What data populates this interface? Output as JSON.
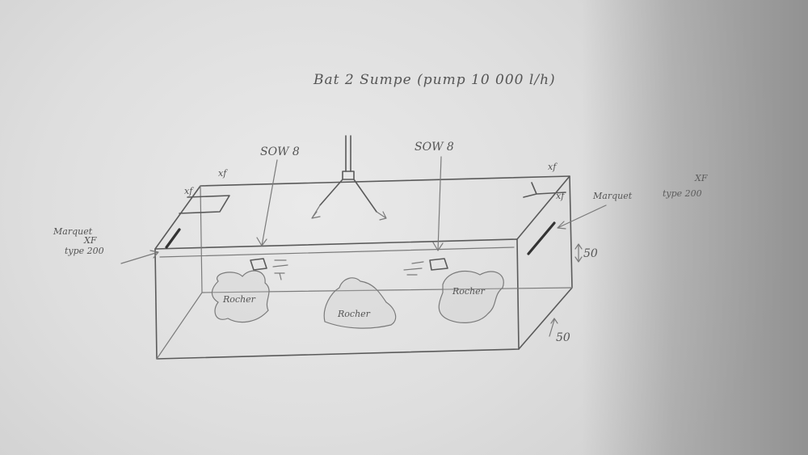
{
  "title": "Bat 2 Sumpe  (pump 10 000 l/h)",
  "pumps": {
    "left": "SOW 8",
    "right": "SOW 8"
  },
  "heaters": {
    "left": {
      "line1": "Marquet",
      "line2": "XF",
      "line3": "type 200"
    },
    "right": {
      "line1": "Marquet",
      "line2": "type 200",
      "line3": "XF"
    }
  },
  "corner_marks": {
    "left": "xf",
    "right": "xf"
  },
  "rocks": {
    "left": "Rocher",
    "center": "Rocher",
    "right": "Rocher"
  },
  "dimensions": {
    "height": "50",
    "depth": "50"
  }
}
